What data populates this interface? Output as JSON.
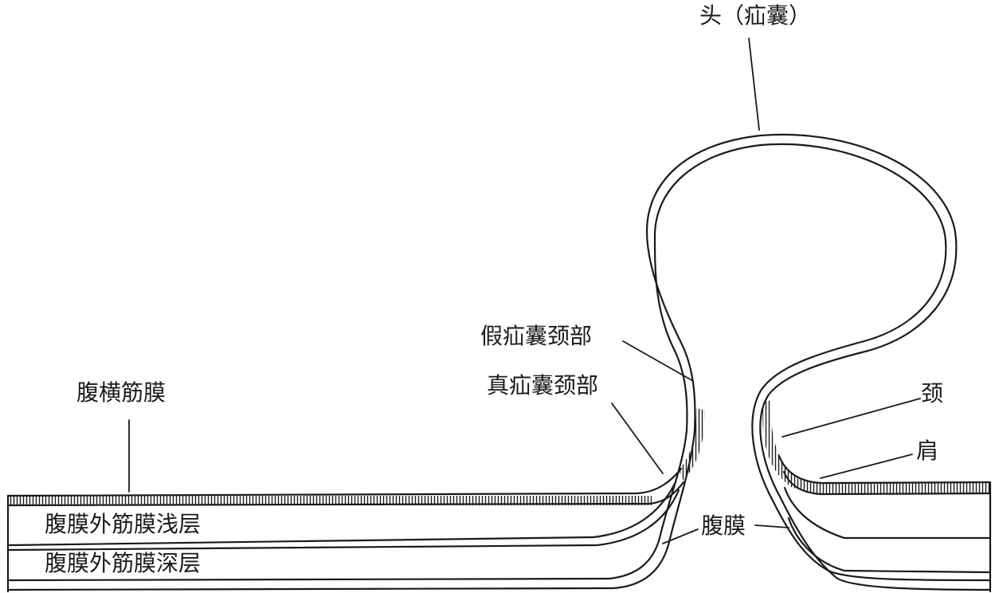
{
  "labels": {
    "head_sac": "头（疝囊）",
    "false_sac_neck": "假疝囊颈部",
    "true_sac_neck": "真疝囊颈部",
    "transversalis_fascia": "腹横筋膜",
    "neck": "颈",
    "shoulder": "肩",
    "extraperitoneal_superficial": "腹膜外筋膜浅层",
    "extraperitoneal_deep": "腹膜外筋膜深层",
    "peritoneum": "腹膜"
  },
  "colors": {
    "ink": "#1a1a1a",
    "background": "#ffffff"
  }
}
